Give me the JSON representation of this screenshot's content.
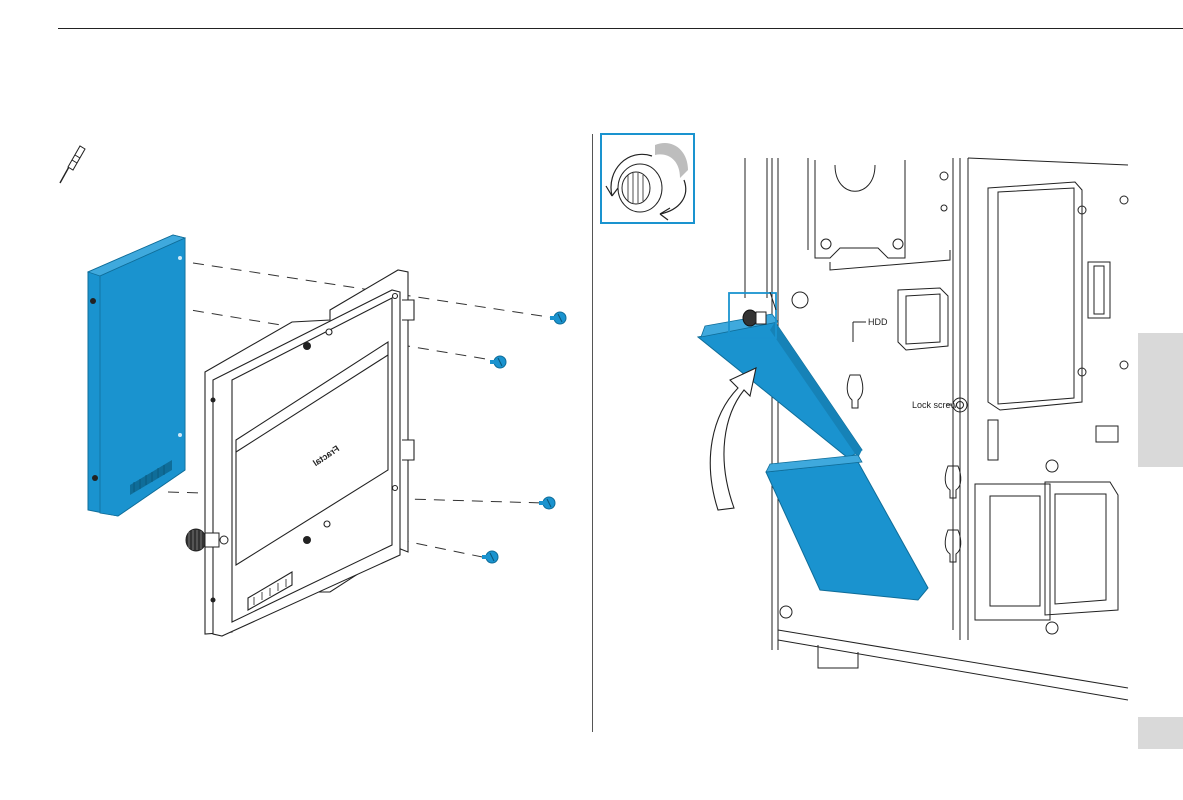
{
  "labels": {
    "hdd": "HDD",
    "lock_screw": "Lock screw",
    "brand_mark": "Fractal"
  },
  "colors": {
    "drive_blue": "#1a93cf",
    "line": "#222222",
    "tab_gray": "#d9d9d9"
  },
  "icons": {
    "tool": "screwdriver-icon",
    "inset": "thumbscrew-rotate-icon",
    "motion": "curved-arrow-icon"
  }
}
